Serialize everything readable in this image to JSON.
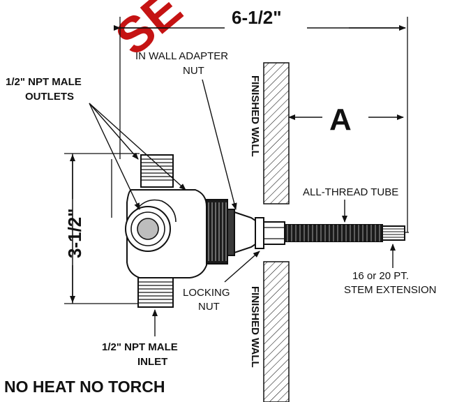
{
  "watermark": "SE",
  "dimensions": {
    "overall_length": "6-1/2\"",
    "height": "3-1/2\"",
    "wall_gap": "A"
  },
  "labels": {
    "adapter_nut_line1": "IN WALL ADAPTER",
    "adapter_nut_line2": "NUT",
    "outlets_line1": "1/2\" NPT MALE",
    "outlets_line2": "OUTLETS",
    "finished_wall_top": "FINISHED WALL",
    "finished_wall_bottom": "FINISHED WALL",
    "all_thread_tube": "ALL-THREAD TUBE",
    "locking_nut_line1": "LOCKING",
    "locking_nut_line2": "NUT",
    "stem_ext_line1": "16 or 20 PT.",
    "stem_ext_line2": "STEM EXTENSION",
    "inlet_line1": "1/2\" NPT MALE",
    "inlet_line2": "INLET"
  },
  "warning": "NO HEAT NO TORCH",
  "colors": {
    "ink": "#111111",
    "watermark": "#c51313"
  }
}
